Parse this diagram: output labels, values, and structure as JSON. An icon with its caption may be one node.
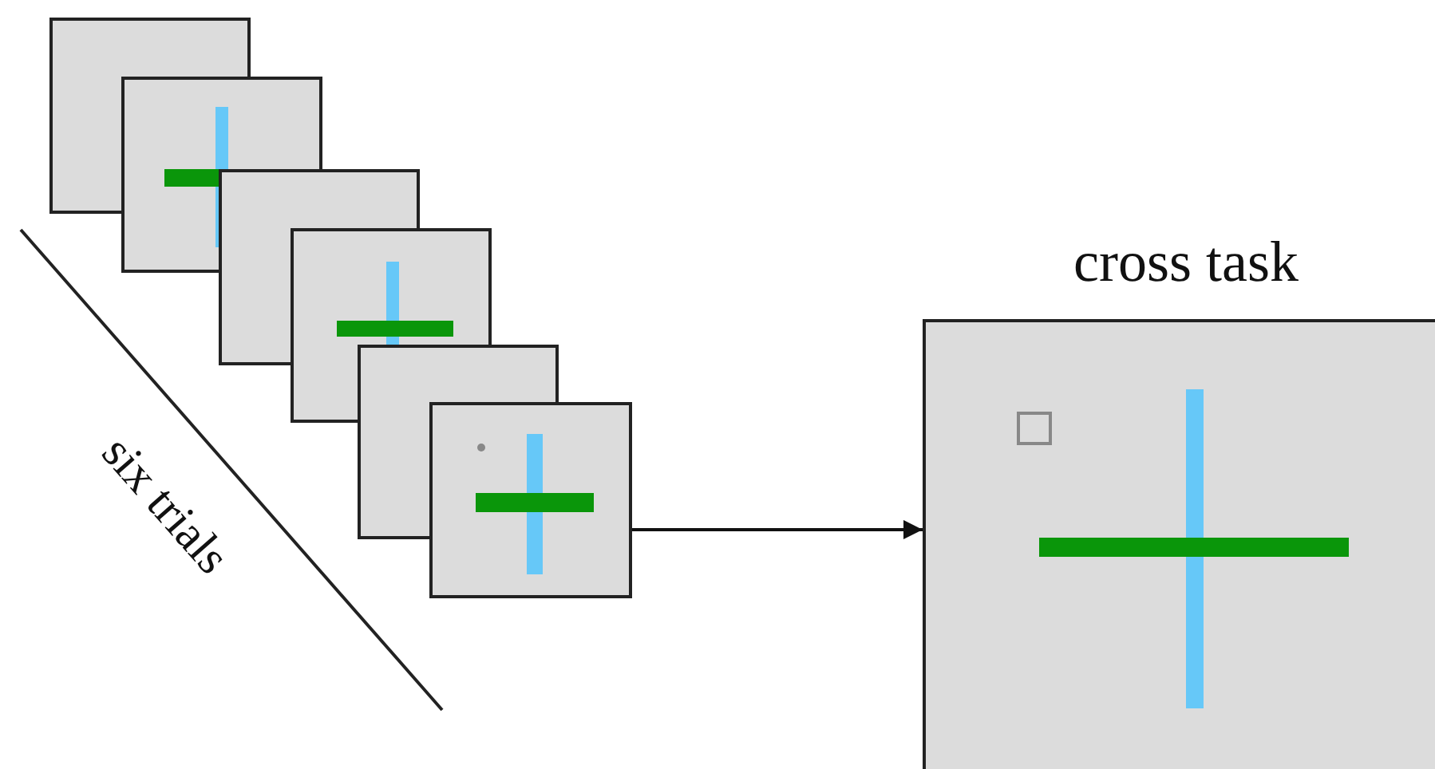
{
  "diagram": {
    "nodes": [
      {
        "text": [],
        "shape": "box"
      },
      {
        "text": [],
        "shape": "box"
      },
      {
        "text": [],
        "shape": "box"
      },
      {
        "text": [],
        "shape": "box"
      },
      {
        "text": [],
        "shape": "box"
      },
      {
        "text": [],
        "shape": "box"
      },
      {
        "text": [
          "cross task"
        ]
      }
    ],
    "edges": [
      {
        "from": 5,
        "to": 6,
        "arrow": "to"
      }
    ],
    "labels": [
      "six trials"
    ]
  }
}
